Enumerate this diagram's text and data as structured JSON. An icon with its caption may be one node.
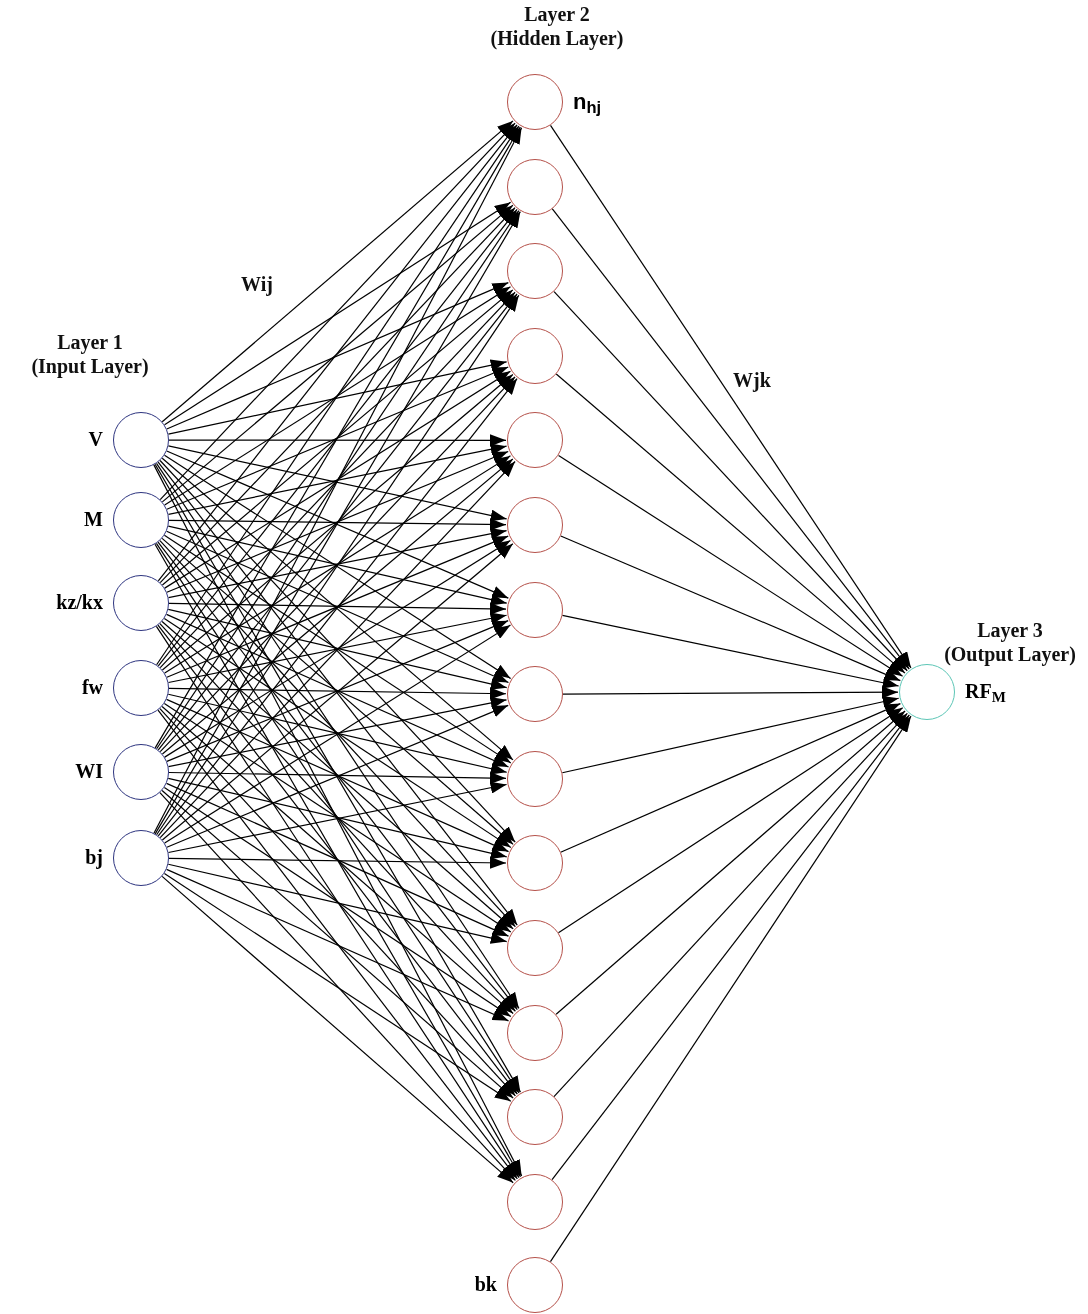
{
  "diagram": {
    "nodes": [
      {
        "text": [],
        "shape": "circle",
        "beside": [
          "V"
        ]
      },
      {
        "text": [],
        "shape": "circle",
        "beside": [
          "M"
        ]
      },
      {
        "text": [],
        "shape": "circle",
        "beside": [
          "kz/kx"
        ]
      },
      {
        "text": [],
        "shape": "circle",
        "beside": [
          "fw"
        ]
      },
      {
        "text": [],
        "shape": "circle",
        "beside": [
          "WI"
        ]
      },
      {
        "text": [],
        "shape": "circle",
        "beside": [
          "bj"
        ]
      },
      {
        "text": [],
        "shape": "circle",
        "beside": [
          "n$_{hj}$"
        ]
      },
      {
        "text": [],
        "shape": "circle"
      },
      {
        "text": [],
        "shape": "circle"
      },
      {
        "text": [],
        "shape": "circle"
      },
      {
        "text": [],
        "shape": "circle"
      },
      {
        "text": [],
        "shape": "circle"
      },
      {
        "text": [],
        "shape": "circle"
      },
      {
        "text": [],
        "shape": "circle"
      },
      {
        "text": [],
        "shape": "circle"
      },
      {
        "text": [],
        "shape": "circle"
      },
      {
        "text": [],
        "shape": "circle"
      },
      {
        "text": [],
        "shape": "circle"
      },
      {
        "text": [],
        "shape": "circle"
      },
      {
        "text": [],
        "shape": "circle"
      },
      {
        "text": [],
        "shape": "circle",
        "beside": [
          "bk"
        ]
      },
      {
        "text": [],
        "shape": "circle",
        "beside": [
          "RF$_{M}$"
        ]
      }
    ],
    "edges": [
      {
        "from": 0,
        "to": 6,
        "arrow": "to"
      },
      {
        "from": 0,
        "to": 7,
        "arrow": "to"
      },
      {
        "from": 0,
        "to": 8,
        "arrow": "to"
      },
      {
        "from": 0,
        "to": 9,
        "arrow": "to"
      },
      {
        "from": 0,
        "to": 10,
        "arrow": "to"
      },
      {
        "from": 0,
        "to": 11,
        "arrow": "to"
      },
      {
        "from": 0,
        "to": 12,
        "arrow": "to"
      },
      {
        "from": 0,
        "to": 13,
        "arrow": "to"
      },
      {
        "from": 0,
        "to": 14,
        "arrow": "to"
      },
      {
        "from": 0,
        "to": 15,
        "arrow": "to"
      },
      {
        "from": 0,
        "to": 16,
        "arrow": "to"
      },
      {
        "from": 0,
        "to": 17,
        "arrow": "to"
      },
      {
        "from": 0,
        "to": 18,
        "arrow": "to"
      },
      {
        "from": 0,
        "to": 19,
        "arrow": "to"
      },
      {
        "from": 1,
        "to": 6,
        "arrow": "to"
      },
      {
        "from": 1,
        "to": 7,
        "arrow": "to"
      },
      {
        "from": 1,
        "to": 8,
        "arrow": "to"
      },
      {
        "from": 1,
        "to": 9,
        "arrow": "to"
      },
      {
        "from": 1,
        "to": 10,
        "arrow": "to"
      },
      {
        "from": 1,
        "to": 11,
        "arrow": "to"
      },
      {
        "from": 1,
        "to": 12,
        "arrow": "to"
      },
      {
        "from": 1,
        "to": 13,
        "arrow": "to"
      },
      {
        "from": 1,
        "to": 14,
        "arrow": "to"
      },
      {
        "from": 1,
        "to": 15,
        "arrow": "to"
      },
      {
        "from": 1,
        "to": 16,
        "arrow": "to"
      },
      {
        "from": 1,
        "to": 17,
        "arrow": "to"
      },
      {
        "from": 1,
        "to": 18,
        "arrow": "to"
      },
      {
        "from": 1,
        "to": 19,
        "arrow": "to"
      },
      {
        "from": 2,
        "to": 6,
        "arrow": "to"
      },
      {
        "from": 2,
        "to": 7,
        "arrow": "to"
      },
      {
        "from": 2,
        "to": 8,
        "arrow": "to"
      },
      {
        "from": 2,
        "to": 9,
        "arrow": "to"
      },
      {
        "from": 2,
        "to": 10,
        "arrow": "to"
      },
      {
        "from": 2,
        "to": 11,
        "arrow": "to"
      },
      {
        "from": 2,
        "to": 12,
        "arrow": "to"
      },
      {
        "from": 2,
        "to": 13,
        "arrow": "to"
      },
      {
        "from": 2,
        "to": 14,
        "arrow": "to"
      },
      {
        "from": 2,
        "to": 15,
        "arrow": "to"
      },
      {
        "from": 2,
        "to": 16,
        "arrow": "to"
      },
      {
        "from": 2,
        "to": 17,
        "arrow": "to"
      },
      {
        "from": 2,
        "to": 18,
        "arrow": "to"
      },
      {
        "from": 2,
        "to": 19,
        "arrow": "to"
      },
      {
        "from": 3,
        "to": 6,
        "arrow": "to"
      },
      {
        "from": 3,
        "to": 7,
        "arrow": "to"
      },
      {
        "from": 3,
        "to": 8,
        "arrow": "to"
      },
      {
        "from": 3,
        "to": 9,
        "arrow": "to"
      },
      {
        "from": 3,
        "to": 10,
        "arrow": "to"
      },
      {
        "from": 3,
        "to": 11,
        "arrow": "to"
      },
      {
        "from": 3,
        "to": 12,
        "arrow": "to"
      },
      {
        "from": 3,
        "to": 13,
        "arrow": "to"
      },
      {
        "from": 3,
        "to": 14,
        "arrow": "to"
      },
      {
        "from": 3,
        "to": 15,
        "arrow": "to"
      },
      {
        "from": 3,
        "to": 16,
        "arrow": "to"
      },
      {
        "from": 3,
        "to": 17,
        "arrow": "to"
      },
      {
        "from": 3,
        "to": 18,
        "arrow": "to"
      },
      {
        "from": 3,
        "to": 19,
        "arrow": "to"
      },
      {
        "from": 4,
        "to": 6,
        "arrow": "to"
      },
      {
        "from": 4,
        "to": 7,
        "arrow": "to"
      },
      {
        "from": 4,
        "to": 8,
        "arrow": "to"
      },
      {
        "from": 4,
        "to": 9,
        "arrow": "to"
      },
      {
        "from": 4,
        "to": 10,
        "arrow": "to"
      },
      {
        "from": 4,
        "to": 11,
        "arrow": "to"
      },
      {
        "from": 4,
        "to": 12,
        "arrow": "to"
      },
      {
        "from": 4,
        "to": 13,
        "arrow": "to"
      },
      {
        "from": 4,
        "to": 14,
        "arrow": "to"
      },
      {
        "from": 4,
        "to": 15,
        "arrow": "to"
      },
      {
        "from": 4,
        "to": 16,
        "arrow": "to"
      },
      {
        "from": 4,
        "to": 17,
        "arrow": "to"
      },
      {
        "from": 4,
        "to": 18,
        "arrow": "to"
      },
      {
        "from": 4,
        "to": 19,
        "arrow": "to"
      },
      {
        "from": 5,
        "to": 6,
        "arrow": "to"
      },
      {
        "from": 5,
        "to": 7,
        "arrow": "to"
      },
      {
        "from": 5,
        "to": 8,
        "arrow": "to"
      },
      {
        "from": 5,
        "to": 9,
        "arrow": "to"
      },
      {
        "from": 5,
        "to": 10,
        "arrow": "to"
      },
      {
        "from": 5,
        "to": 11,
        "arrow": "to"
      },
      {
        "from": 5,
        "to": 12,
        "arrow": "to"
      },
      {
        "from": 5,
        "to": 13,
        "arrow": "to"
      },
      {
        "from": 5,
        "to": 14,
        "arrow": "to"
      },
      {
        "from": 5,
        "to": 15,
        "arrow": "to"
      },
      {
        "from": 5,
        "to": 16,
        "arrow": "to"
      },
      {
        "from": 5,
        "to": 17,
        "arrow": "to"
      },
      {
        "from": 5,
        "to": 18,
        "arrow": "to"
      },
      {
        "from": 5,
        "to": 19,
        "arrow": "to"
      },
      {
        "from": 6,
        "to": 21,
        "arrow": "to"
      },
      {
        "from": 7,
        "to": 21,
        "arrow": "to"
      },
      {
        "from": 8,
        "to": 21,
        "arrow": "to"
      },
      {
        "from": 9,
        "to": 21,
        "arrow": "to"
      },
      {
        "from": 10,
        "to": 21,
        "arrow": "to"
      },
      {
        "from": 11,
        "to": 21,
        "arrow": "to"
      },
      {
        "from": 12,
        "to": 21,
        "arrow": "to"
      },
      {
        "from": 13,
        "to": 21,
        "arrow": "to"
      },
      {
        "from": 14,
        "to": 21,
        "arrow": "to"
      },
      {
        "from": 15,
        "to": 21,
        "arrow": "to"
      },
      {
        "from": 16,
        "to": 21,
        "arrow": "to"
      },
      {
        "from": 17,
        "to": 21,
        "arrow": "to"
      },
      {
        "from": 18,
        "to": 21,
        "arrow": "to"
      },
      {
        "from": 19,
        "to": 21,
        "arrow": "to"
      },
      {
        "from": 20,
        "to": 21,
        "arrow": "to"
      }
    ],
    "labels": [
      "Layer 2 (Hidden Layer)",
      "Wij",
      "Layer 1 (Input Layer)",
      "Wjk",
      "Layer 3 (Output Layer)"
    ]
  }
}
